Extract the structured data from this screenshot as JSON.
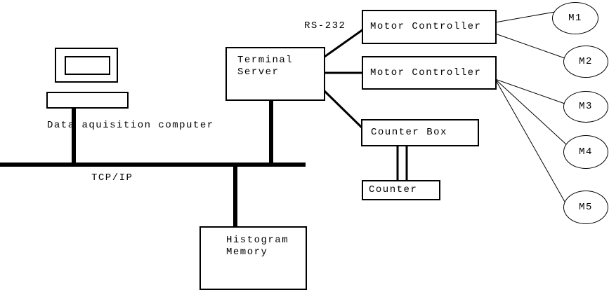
{
  "diagram": {
    "labels": {
      "data_acquisition_computer": "Data aquisition computer",
      "tcp_ip": "TCP/IP",
      "rs_232": "RS-232"
    },
    "nodes": {
      "terminal_server": "Terminal\nServer",
      "motor_controller_1": "Motor Controller",
      "motor_controller_2": "Motor Controller",
      "counter_box": "Counter Box",
      "counter": "Counter",
      "histogram_memory": "Histogram\nMemory"
    },
    "motors": [
      {
        "label": "M1"
      },
      {
        "label": "M2"
      },
      {
        "label": "M3"
      },
      {
        "label": "M4"
      },
      {
        "label": "M5"
      }
    ],
    "colors": {
      "line": "#000000",
      "box_background": "#ffffff",
      "text": "#000000"
    }
  }
}
